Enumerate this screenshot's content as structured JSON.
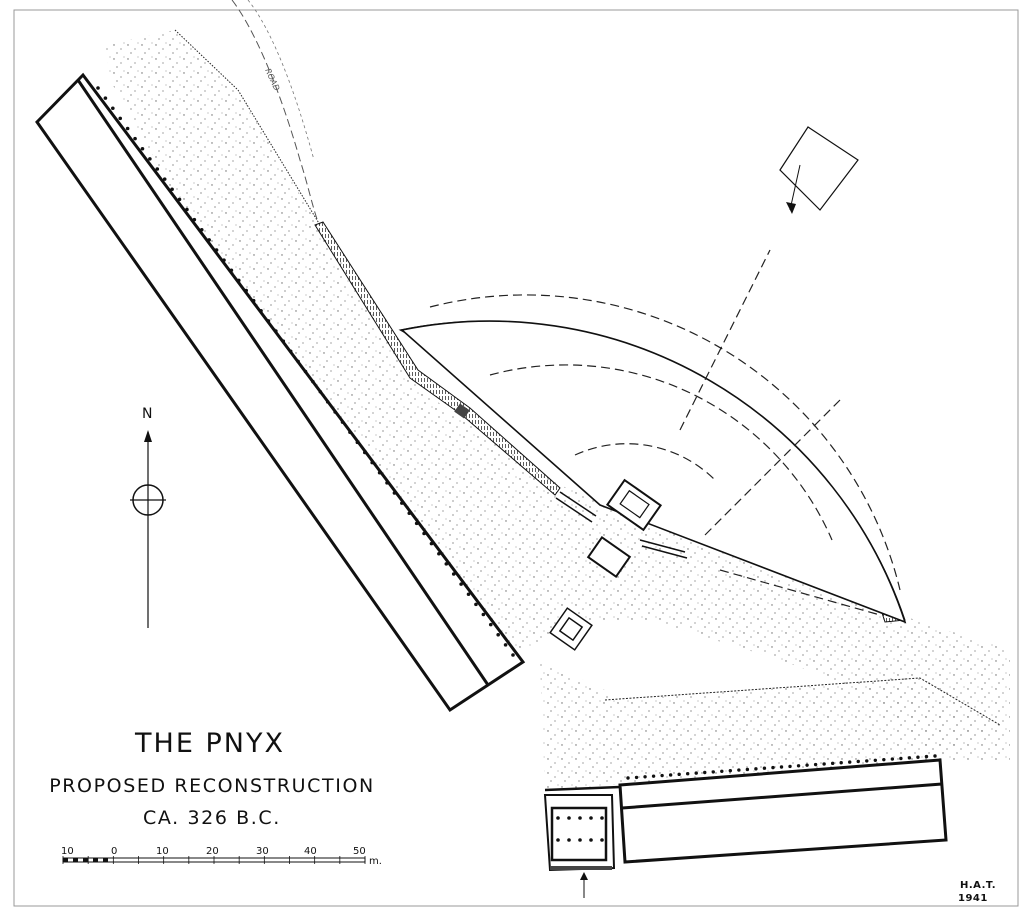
{
  "map": {
    "title": "THE PNYX",
    "subtitle": "PROPOSED RECONSTRUCTION",
    "date": "CA. 326 B.C.",
    "north_label": "N",
    "road_label": "ROAD",
    "scale": {
      "labels": [
        "10",
        "0",
        "10",
        "20",
        "30",
        "40",
        "50"
      ],
      "unit": "m."
    },
    "signature": {
      "initials": "H.A.T.",
      "year": "1941"
    }
  },
  "colors": {
    "ink": "#111111",
    "paper": "#ffffff",
    "stipple": "#666666"
  }
}
